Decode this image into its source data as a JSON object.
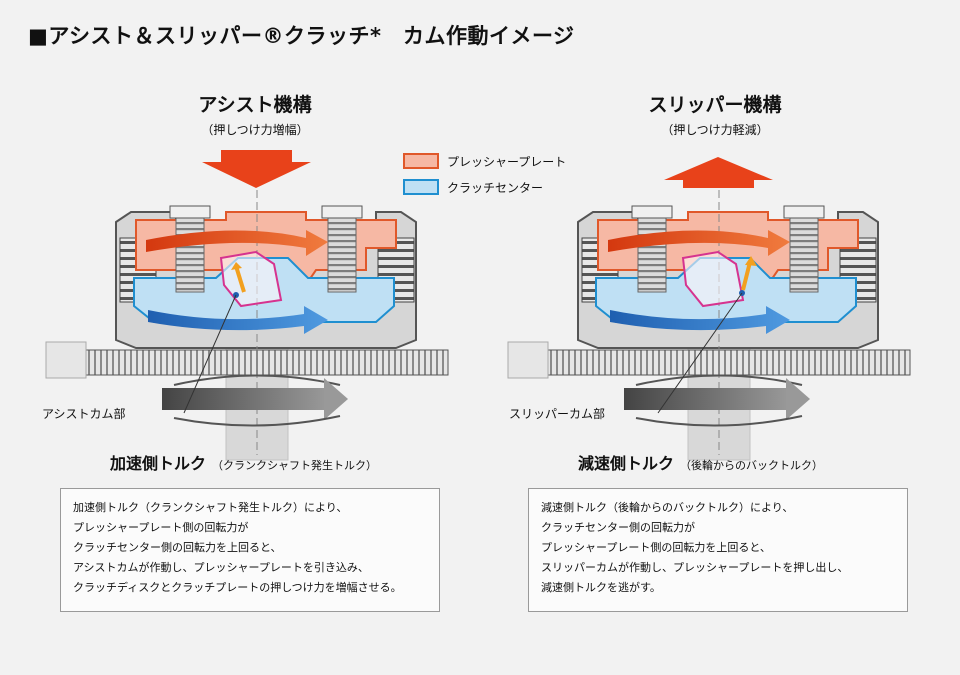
{
  "title": "■アシスト＆スリッパー®クラッチ*　カム作動イメージ",
  "legend": [
    {
      "label": "プレッシャープレート",
      "fill": "#f6b8a4",
      "stroke": "#e0582a"
    },
    {
      "label": "クラッチセンター",
      "fill": "#bfe0f4",
      "stroke": "#1f8fd0"
    }
  ],
  "panels": [
    {
      "heading": "アシスト機構",
      "subheading": "（押しつけ力増幅）",
      "cam_label": "アシストカム部",
      "torque_label": "加速側トルク",
      "torque_note": "（クランクシャフト発生トルク）",
      "description": [
        "加速側トルク（クランクシャフト発生トルク）により、",
        "プレッシャープレート側の回転力が",
        "クラッチセンター側の回転力を上回ると、",
        "アシストカムが作動し、プレッシャープレートを引き込み、",
        "クラッチディスクとクラッチプレートの押しつけ力を増幅させる。"
      ]
    },
    {
      "heading": "スリッパー機構",
      "subheading": "（押しつけ力軽減）",
      "cam_label": "スリッパーカム部",
      "torque_label": "減速側トルク",
      "torque_note": "（後輪からのバックトルク）",
      "description": [
        "減速側トルク（後輪からのバックトルク）により、",
        "クラッチセンター側の回転力が",
        "プレッシャープレート側の回転力を上回ると、",
        "スリッパーカムが作動し、プレッシャープレートを押し出し、",
        "減速側トルクを逃がす。"
      ]
    }
  ],
  "colors": {
    "big_arrow": "#e8421a",
    "pressure_arrow": "#d9481f",
    "center_arrow": "#2a6fc0",
    "cam_outline": "#d6338f",
    "cam_arrow": "#f2a01f",
    "torque_arrow": "#777777"
  }
}
